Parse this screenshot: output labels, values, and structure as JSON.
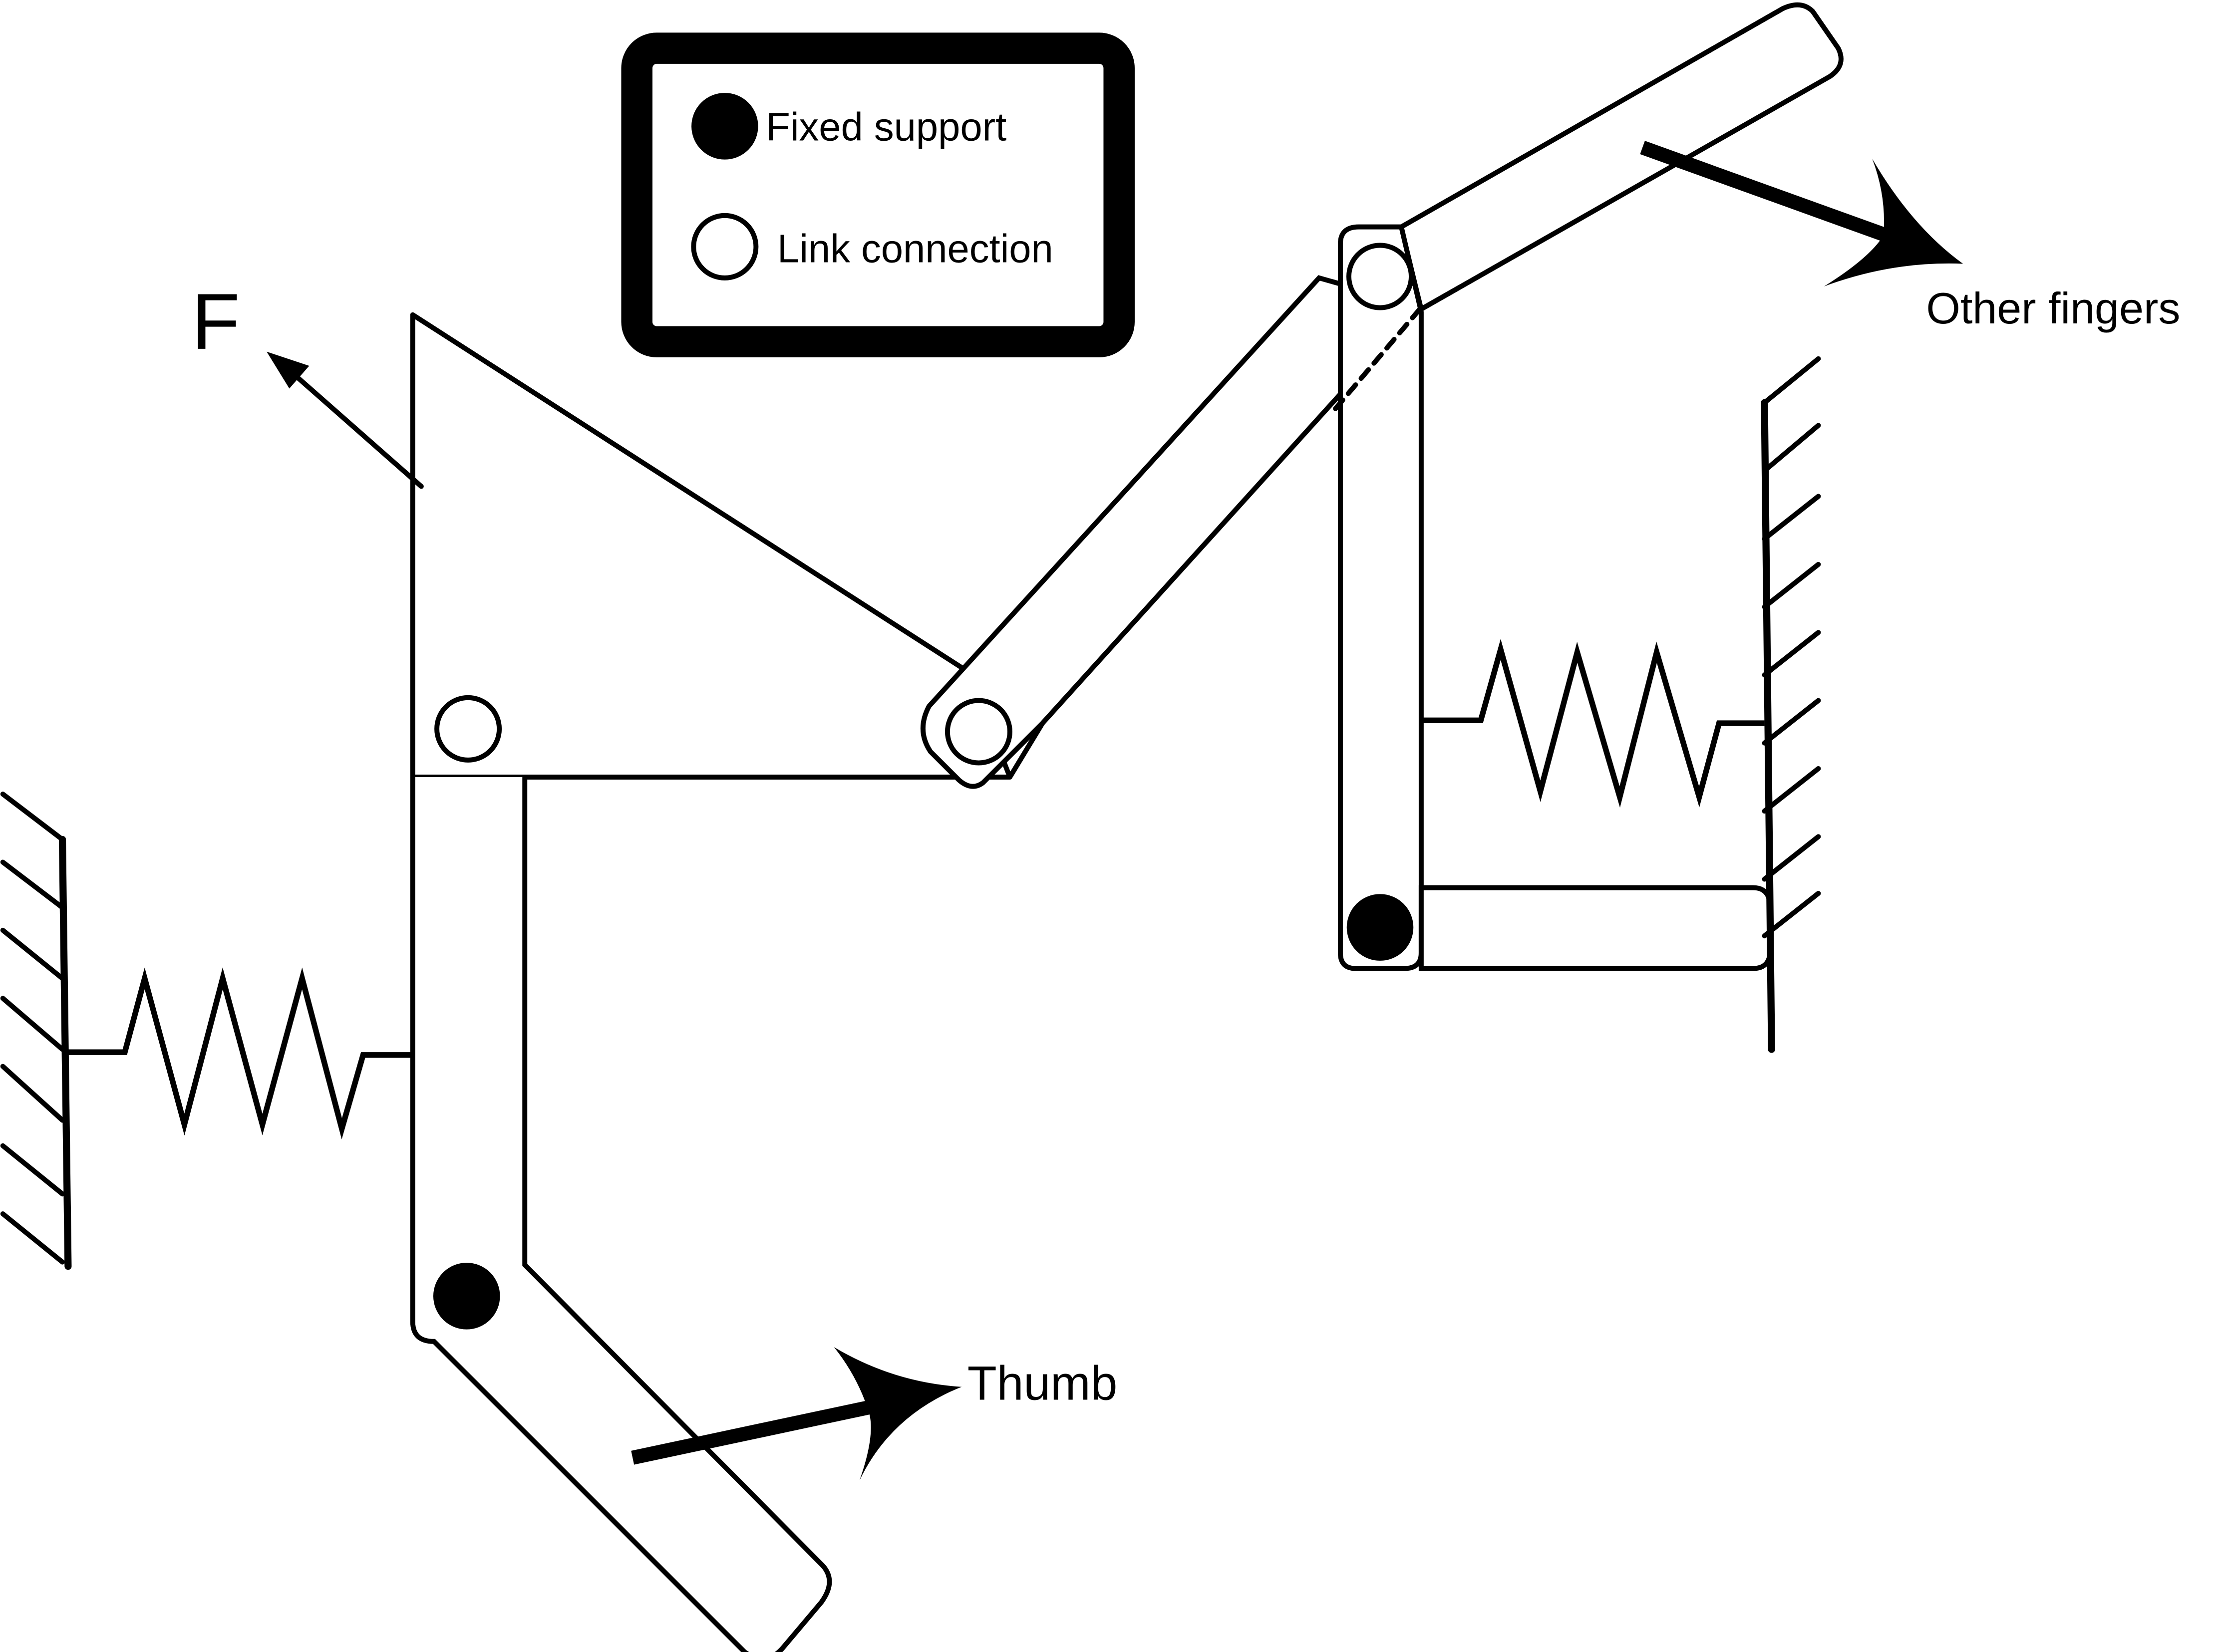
{
  "force_label": "F",
  "thumb_label": "Thumb",
  "fingers_label": "Other fingers",
  "legend": {
    "fixed_label": "Fixed support",
    "link_label": "Link connection"
  },
  "colors": {
    "stroke": "#000000",
    "background": "#ffffff"
  }
}
